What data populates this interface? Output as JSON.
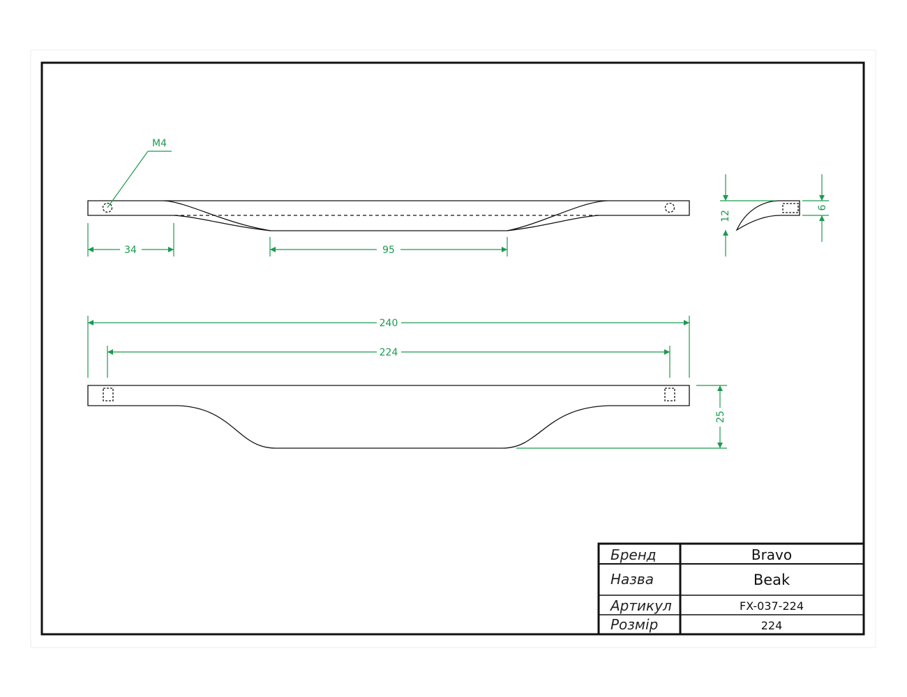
{
  "colors": {
    "line": "#111111",
    "dimension": "#1a9a4f",
    "paper": "#ffffff"
  },
  "annotations": {
    "thread": "M4"
  },
  "dimensions": {
    "hole_offset": "34",
    "grip_length": "95",
    "overall_length": "240",
    "hole_spacing": "224",
    "profile_depth": "25",
    "side_height": "12",
    "side_thickness": "6"
  },
  "title_block": {
    "rows": [
      {
        "label": "Бренд",
        "value": "Bravo"
      },
      {
        "label": "Назва",
        "value": "Beak"
      },
      {
        "label": "Артикул",
        "value": "FX-037-224"
      },
      {
        "label": "Розмір",
        "value": "224"
      }
    ]
  }
}
